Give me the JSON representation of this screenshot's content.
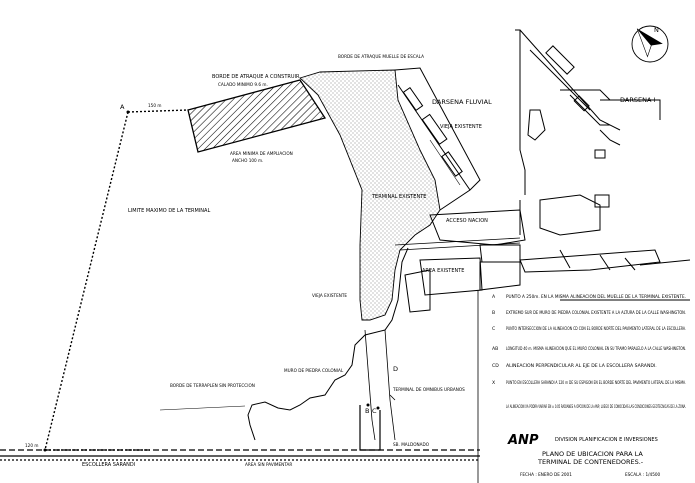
{
  "labels": {
    "borde_atraque_muelle": "BORDE DE ATRAQUE MUELLE DE ESCALA",
    "borde_atraque_construir": "BORDE DE ATRAQUE A CONSTRUIR",
    "calado_minimo": "CALADO MINIMO 9.6 m.",
    "area_minima": "AREA MINIMA DE AMPLIACION",
    "ancho": "ANCHO 100 m.",
    "darsena_fluvial": "DARSENA FLUVIAL",
    "darsena_i": "DARSENA I",
    "vieja_existente": "VIEJA EXISTENTE",
    "terminal_existente": "TERMINAL EXISTENTE",
    "limite_maximo": "LIMITE MAXIMO DE LA TERMINAL",
    "acceso_nacion": "ACCESO NACION",
    "vieja_existente_2": "VIEJA EXISTENTE",
    "area_existente": "AREA EXISTENTE",
    "borde_terraplen": "BORDE DE TERRAPLEN SIN PROTECCION",
    "muro_piedra": "MURO DE PIEDRA COLONIAL",
    "terminal_omnibus": "TERMINAL DE OMNIBUS URBANOS",
    "escollera": "ESCOLLERA SARANDI",
    "area_sin_pavimentar": "AREA SIN PAVIMENTAR",
    "sb_maldonado": "SB. MALDONADO"
  },
  "points": {
    "A": "A",
    "B": "B",
    "C": "C",
    "D": "D"
  },
  "dims": {
    "d1": "150 m",
    "d2": "120 m"
  },
  "legend": [
    {
      "key": "A",
      "text": "PUNTO A 250m. EN LA MISMA ALINEACION DEL MUELLE DE LA TERMINAL EXISTENTE."
    },
    {
      "key": "B",
      "text": "EXTREMO SUR DE MURO DE PIEDRA COLONIAL EXISTENTE A LA ALTURA DE LA CALLE WASHINGTON."
    },
    {
      "key": "C",
      "text": "PUNTO INTERSECCION DE LA ALINEACION CD CON EL BORDE NORTE DEL PAVIMENTO LATERAL DE LA ESCOLLERA."
    },
    {
      "key": "AB",
      "text": "LONGITUD 40 m. MISMA ALINEACION QUE EL MURO COLONIAL EN SU TRAMO PARALELO A LA CALLE WASHINGTON."
    },
    {
      "key": "CD",
      "text": "ALINEACION PERPENDICULAR AL EJE DE LA ESCOLLERA SARANDI."
    },
    {
      "key": "X",
      "text": "PUNTO EN ESCOLLERA SARANDI A 120 m DE SU ESPIGON EN EL BORDE NORTE DEL PAVIMENTO LATERAL DE LA MISMA."
    },
    {
      "key": "",
      "text": "LA ALINEACION XA PODRA VARIAR EN ± 0.05 RADIANES A OPCION DE LA ANP, LUEGO DE CONOCIDAS LAS CONDICIONES GEOTECNICAS DE LA ZONA."
    }
  ],
  "title_block": {
    "logo": "ANP",
    "division": "DIVISION PLANIFICACION E INVERSIONES",
    "title_line1": "PLANO DE UBICACION PARA LA",
    "title_line2": "TERMINAL DE CONTENEDORES.-",
    "fecha": "FECHA : ENERO DE 2001",
    "escala": "ESCALA : 1/4500"
  },
  "north_label": "N"
}
